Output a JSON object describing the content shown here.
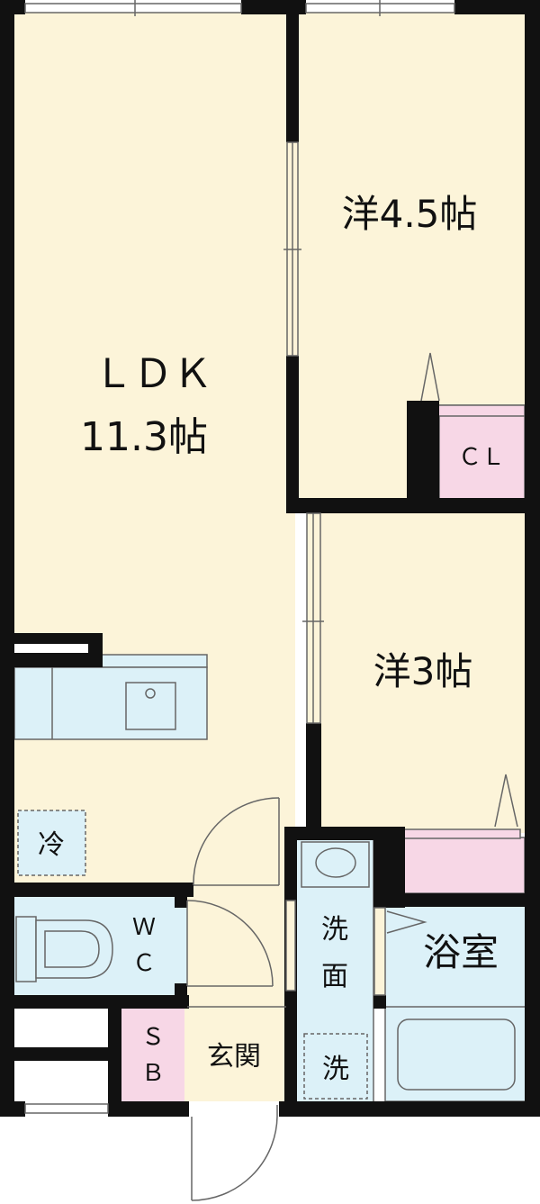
{
  "colors": {
    "wall": "#111111",
    "floor_main": "#fcf4d9",
    "floor_cream": "#fcf5de",
    "wet_area": "#dcf1f8",
    "closet": "#f7d7e6",
    "line": "#666666",
    "white": "#ffffff"
  },
  "rooms": {
    "ldk_name": "ＬＤＫ",
    "ldk_size": "11.3帖",
    "western1": "洋4.5帖",
    "western2": "洋3帖",
    "closet": "ＣＬ",
    "fridge": "冷",
    "wc_line1": "Ｗ",
    "wc_line2": "Ｃ",
    "washbasin_line1": "洗",
    "washbasin_line2": "面",
    "washer": "洗",
    "bath": "浴室",
    "shoebox_line1": "Ｓ",
    "shoebox_line2": "Ｂ",
    "entrance": "玄関"
  },
  "icons": [
    "kitchen-counter-icon",
    "sink-icon",
    "toilet-icon",
    "washbasin-icon",
    "bathtub-icon",
    "door-swing-icon",
    "sliding-door-icon",
    "window-icon"
  ]
}
